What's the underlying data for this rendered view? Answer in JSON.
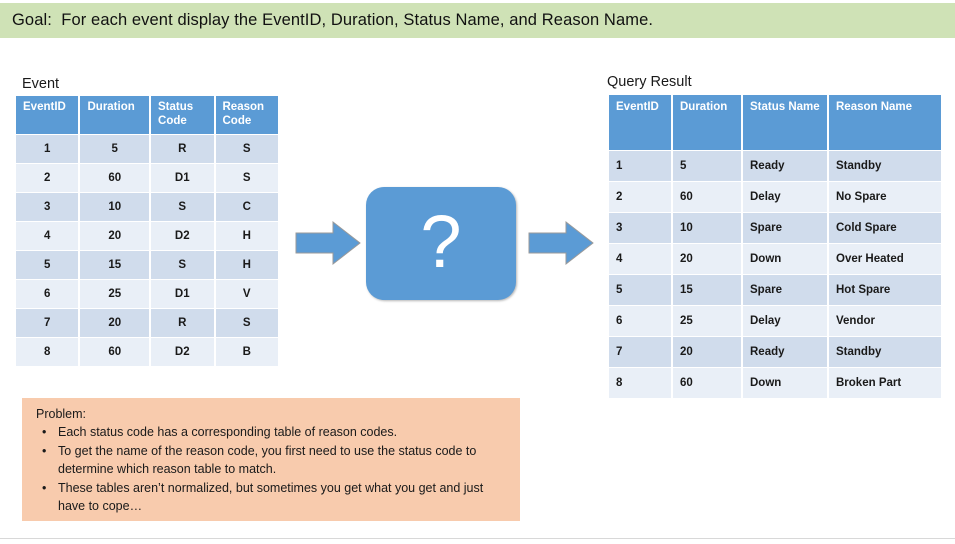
{
  "goal": {
    "text": "Goal:  For each event display the EventID, Duration, Status Name, and Reason Name."
  },
  "event_table": {
    "caption": "Event",
    "columns": [
      "EventID",
      "Duration",
      "Status\nCode",
      "Reason\nCode"
    ],
    "columns_flat": [
      "EventID",
      "Duration",
      "Status Code",
      "Reason Code"
    ],
    "rows": [
      [
        "1",
        "5",
        "R",
        "S"
      ],
      [
        "2",
        "60",
        "D1",
        "S"
      ],
      [
        "3",
        "10",
        "S",
        "C"
      ],
      [
        "4",
        "20",
        "D2",
        "H"
      ],
      [
        "5",
        "15",
        "S",
        "H"
      ],
      [
        "6",
        "25",
        "D1",
        "V"
      ],
      [
        "7",
        "20",
        "R",
        "S"
      ],
      [
        "8",
        "60",
        "D2",
        "B"
      ]
    ]
  },
  "query_table": {
    "caption": "Query Result",
    "columns": [
      "EventID",
      "Duration",
      "Status Name",
      "Reason Name"
    ],
    "rows": [
      [
        "1",
        "5",
        "Ready",
        "Standby"
      ],
      [
        "2",
        "60",
        "Delay",
        "No Spare"
      ],
      [
        "3",
        "10",
        "Spare",
        "Cold Spare"
      ],
      [
        "4",
        "20",
        "Down",
        "Over Heated"
      ],
      [
        "5",
        "15",
        "Spare",
        "Hot Spare"
      ],
      [
        "6",
        "25",
        "Delay",
        "Vendor"
      ],
      [
        "7",
        "20",
        "Ready",
        "Standby"
      ],
      [
        "8",
        "60",
        "Down",
        "Broken Part"
      ]
    ]
  },
  "diagram": {
    "question_mark": "?",
    "left_arrow_icon": "right-arrow-icon",
    "right_arrow_icon": "right-arrow-icon"
  },
  "problem": {
    "title": "Problem:",
    "bullets": [
      "Each status code has a corresponding table of reason codes.",
      "To get the name of the reason code, you first need to use the status code to determine which reason table to match.",
      "These tables aren’t normalized, but sometimes you get what you get and just have to cope…"
    ]
  },
  "colors": {
    "banner_green": "#CFE2B6",
    "header_blue": "#5B9BD5",
    "row_dark": "#D0DCEC",
    "row_light": "#E9EFF7",
    "problem_orange": "#F8CBAD"
  }
}
